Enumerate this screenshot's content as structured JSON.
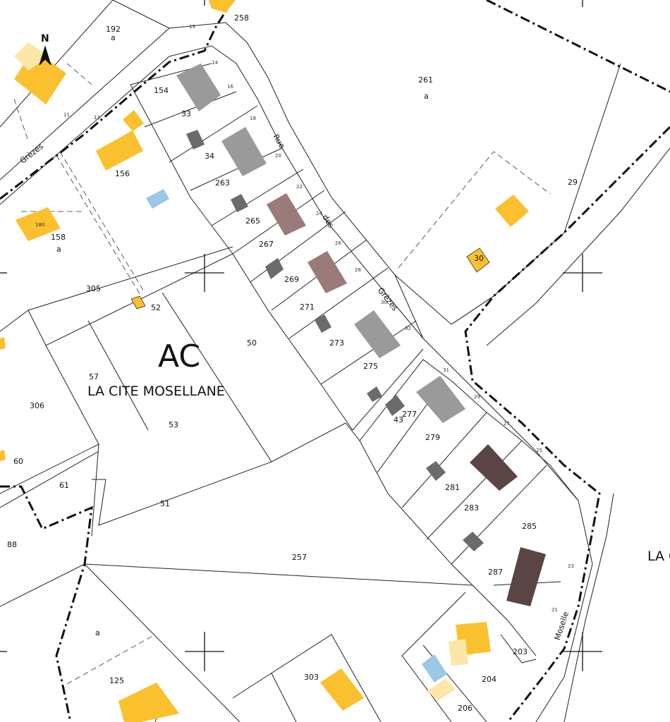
{
  "section": {
    "code": "AC",
    "locality": "LA CITE MOSELLANE",
    "locality_right": "LA C"
  },
  "north": "N",
  "streets": {
    "rue": "Rue",
    "des": "des",
    "grezes": "Grèzes",
    "grezes_left": "Grèzes",
    "moselle": "Moselle"
  },
  "parcels": [
    "192",
    "a",
    "258",
    "261",
    "a",
    "154",
    "33",
    "34",
    "263",
    "265",
    "267",
    "269",
    "271",
    "273",
    "275",
    "277",
    "43",
    "279",
    "281",
    "283",
    "285",
    "287",
    "156",
    "158",
    "a",
    "305",
    "52",
    "50",
    "57",
    "53",
    "306",
    "60",
    "61",
    "51",
    "88",
    "257",
    "29",
    "30",
    "a",
    "125",
    "303",
    "203",
    "204",
    "206"
  ],
  "house_numbers": [
    "13",
    "14",
    "16",
    "18",
    "20",
    "22",
    "24",
    "26",
    "28",
    "30",
    "32",
    "31",
    "29",
    "27",
    "25",
    "23",
    "21",
    "11",
    "12",
    "180"
  ],
  "colors": {
    "house_yellow": "#fbc02d",
    "house_light": "#fde7a8",
    "shed_gray": "#9a9a9a",
    "shed_dark": "#6b6b6b",
    "pink": "#9b7a7a",
    "brown": "#5a4444",
    "water": "#9cc7e6"
  }
}
